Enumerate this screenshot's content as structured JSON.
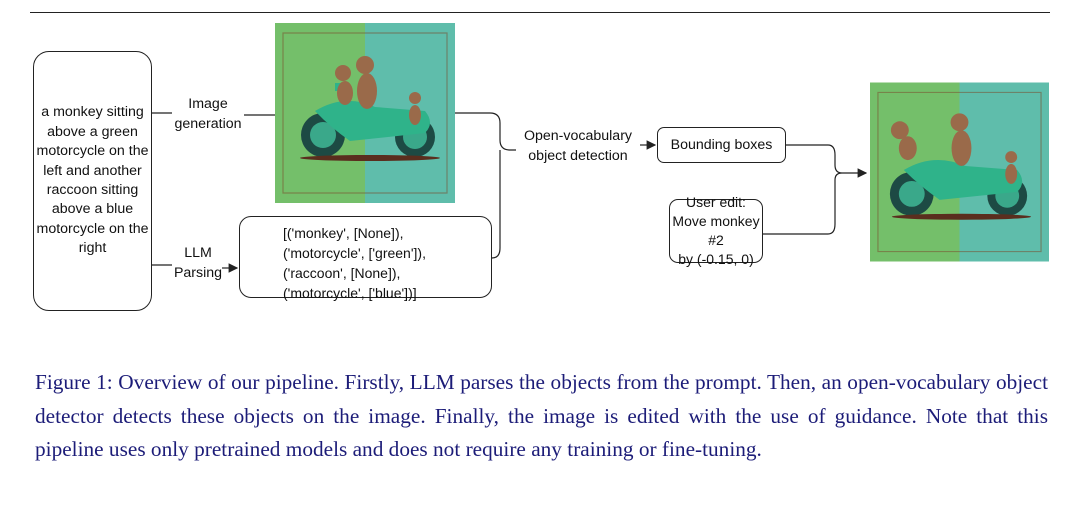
{
  "figure": {
    "prompt_text": "a monkey sitting above a green motorcycle on the left and another raccoon sitting above a blue motorcycle on the right",
    "image_generation_label": [
      "Image",
      "generation"
    ],
    "llm_parsing_label": [
      "LLM",
      "Parsing"
    ],
    "parsed_lines": [
      "[('monkey', [None]),",
      "('motorcycle', ['green']),",
      "('raccoon', [None]),",
      "('motorcycle', ['blue'])]"
    ],
    "detection_label": [
      "Open-vocabulary",
      "object detection"
    ],
    "bounding_boxes_label": "Bounding boxes",
    "user_edit_lines": [
      "User edit:",
      "Move monkey #2",
      "by (-0.15, 0)"
    ],
    "colors": {
      "green_bg": "#74bf6a",
      "teal_bg": "#5fbdab",
      "bike": "#2fb38a"
    }
  },
  "caption": "Figure 1: Overview of our pipeline. Firstly, LLM parses the objects from the prompt. Then, an open-vocabulary object detector detects these objects on the image. Finally, the image is edited with the use of guidance. Note that this pipeline uses only pretrained models and does not require any training or fine-tuning."
}
